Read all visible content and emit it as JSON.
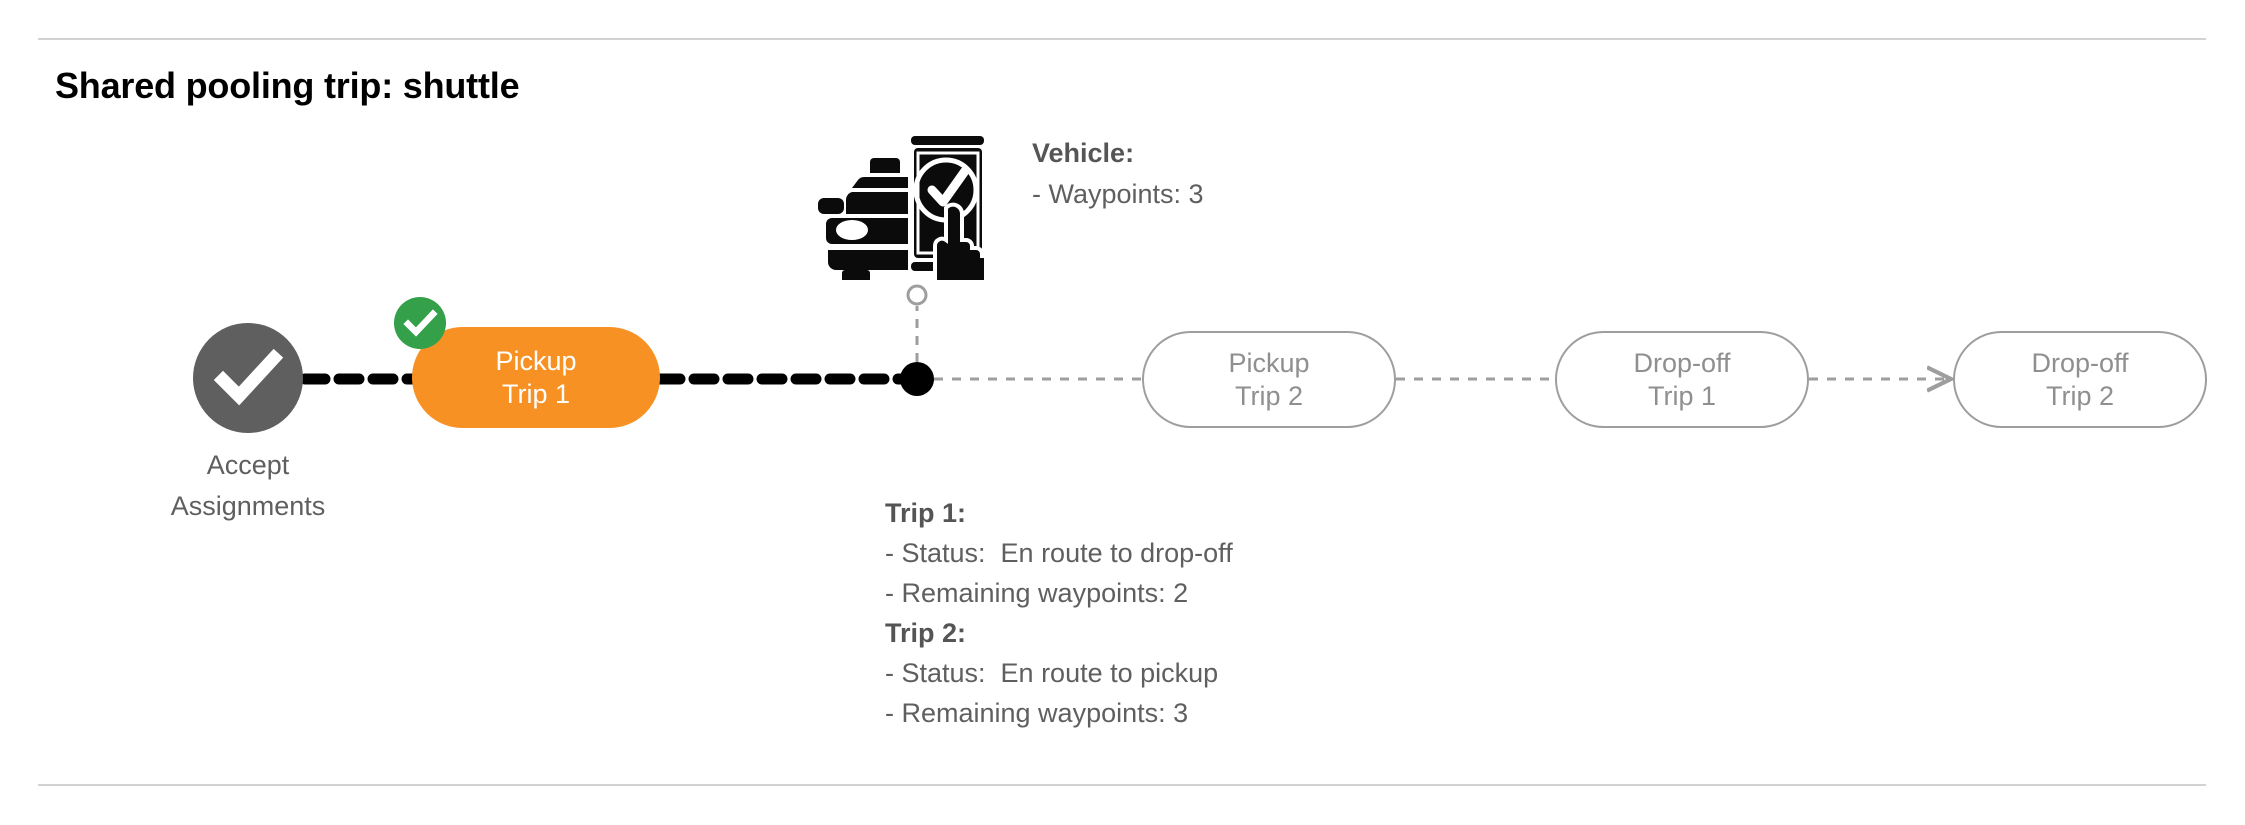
{
  "page": {
    "title": "Shared pooling trip: shuttle",
    "divider_color": "#d2d2d2",
    "background": "#ffffff"
  },
  "colors": {
    "active_pill": "#f79124",
    "pending_pill_border": "#9e9e9e",
    "pending_pill_text": "#8f8f8f",
    "accept_node": "#5f5f5f",
    "badge_green": "#34a04a",
    "body_text": "#5f5f5f",
    "traveled_path": "#000000",
    "upcoming_path": "#9e9e9e"
  },
  "flow": {
    "accept_node": {
      "icon": "check-circle-filled-icon",
      "label_line_1": "Accept",
      "label_line_2": "Assignments"
    },
    "steps": [
      {
        "id": "pickup-trip-1",
        "line1": "Pickup",
        "line2": "Trip 1",
        "state": "completed",
        "badge": "check-badge-icon"
      },
      {
        "id": "pickup-trip-2",
        "line1": "Pickup",
        "line2": "Trip 2",
        "state": "pending",
        "badge": null
      },
      {
        "id": "dropoff-trip-1",
        "line1": "Drop-off",
        "line2": "Trip 1",
        "state": "pending",
        "badge": null
      },
      {
        "id": "dropoff-trip-2",
        "line1": "Drop-off",
        "line2": "Trip 2",
        "state": "pending",
        "badge": null
      }
    ],
    "vehicle_marker": {
      "icon": "vehicle-phone-check-icon",
      "position_dot": "current-position-dot",
      "connector": "vehicle-leader-line"
    }
  },
  "vehicle": {
    "heading": "Vehicle:",
    "waypoints_line": "- Waypoints: 3"
  },
  "trips": {
    "trip1": {
      "heading": "Trip 1:",
      "status_line": "- Status:  En route to drop-off",
      "waypoints_line": "- Remaining waypoints: 2"
    },
    "trip2": {
      "heading": "Trip 2:",
      "status_line": "- Status:  En route to pickup",
      "waypoints_line": "- Remaining waypoints: 3"
    }
  }
}
